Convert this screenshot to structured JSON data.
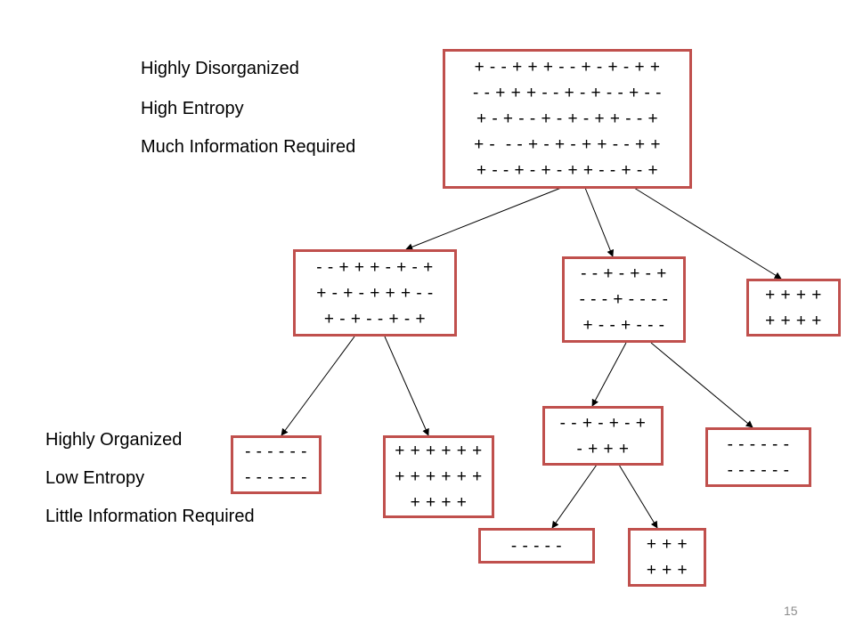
{
  "labels_top": [
    "Highly Disorganized",
    "High Entropy",
    "Much Information Required"
  ],
  "labels_bottom": [
    "Highly Organized",
    "Low Entropy",
    "Little Information Required"
  ],
  "nodes": {
    "root": [
      "+ - - + + + - - + - + - + +",
      "- - + + + - - + - + - - + - -",
      "+ - + - - + - + - + + - - +",
      "+ -  - - + - + - + + - - + +",
      "+ - - + - + - + + - - + - +"
    ],
    "left": [
      "- - + + + - + - +",
      "+ - + - + + + - -",
      "+ - + - - + - +"
    ],
    "middle": [
      "- - + - + - +",
      "- - - + - - - -",
      "+ - - + - - -"
    ],
    "right": [
      "+ + + +",
      "+ + + +"
    ],
    "left_left": [
      "- - - - - -",
      "- - - - - -"
    ],
    "left_right": [
      "+ + + + + +",
      "+ + + + + +",
      "+ + + +"
    ],
    "middle_left": [
      "- - + - + - +",
      "- + + +"
    ],
    "middle_right": [
      "- - - - - -",
      "- - - - - -"
    ],
    "ml_left": [
      "- - - - -"
    ],
    "ml_right": [
      "+ + +",
      "+ + +"
    ]
  },
  "edge_color": "#000000",
  "box_border_color": "#c0504d",
  "page_number": "15"
}
